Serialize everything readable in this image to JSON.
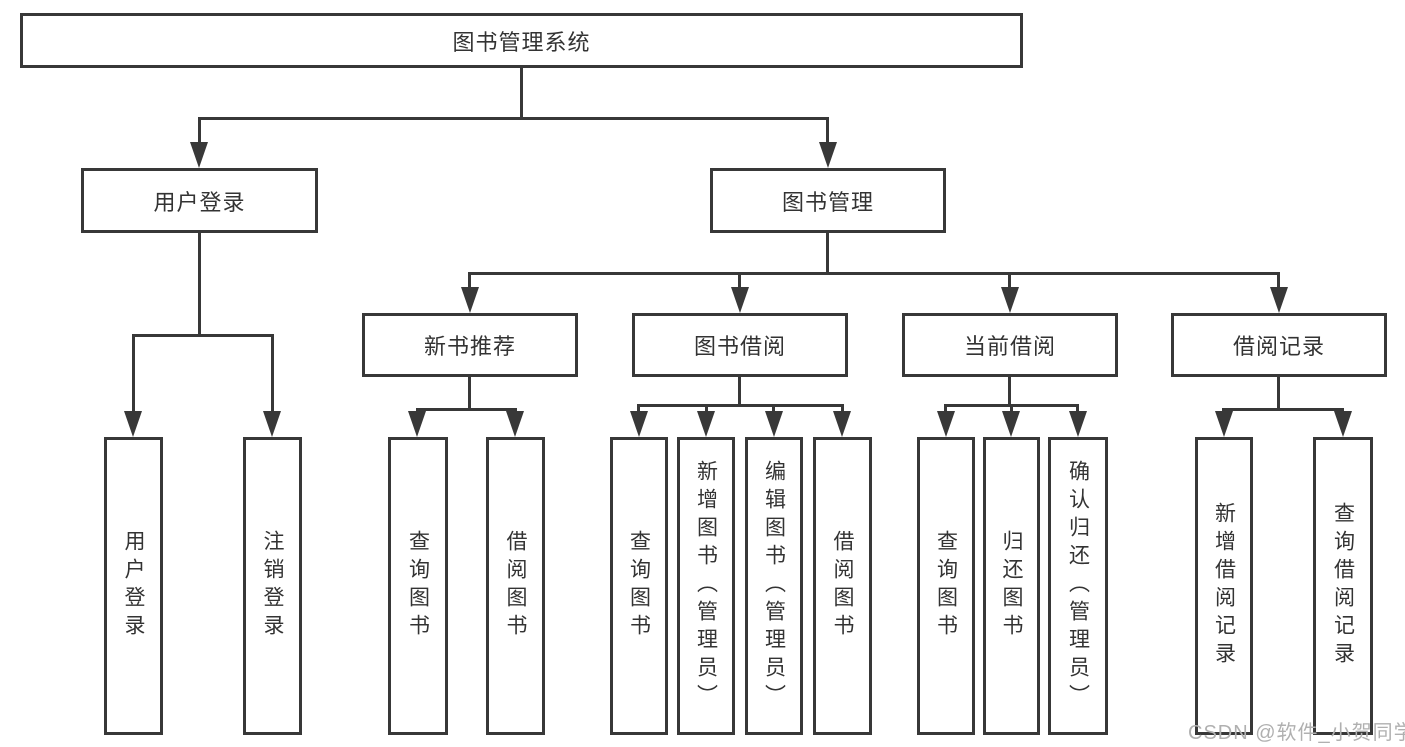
{
  "colors": {
    "line": "#383838",
    "text": "#333333",
    "box_background": "#ffffff",
    "watermark": "#b0b0b0"
  },
  "tree": {
    "root": {
      "label": "图书管理系统"
    },
    "branches": [
      {
        "label": "用户登录",
        "children": [
          {
            "label": "用户登录"
          },
          {
            "label": "注销登录"
          }
        ]
      },
      {
        "label": "图书管理",
        "children": [
          {
            "label": "新书推荐",
            "children": [
              {
                "label": "查询图书"
              },
              {
                "label": "借阅图书"
              }
            ]
          },
          {
            "label": "图书借阅",
            "children": [
              {
                "label": "查询图书"
              },
              {
                "label": "新增图书（管理员）"
              },
              {
                "label": "编辑图书（管理员）"
              },
              {
                "label": "借阅图书"
              }
            ]
          },
          {
            "label": "当前借阅",
            "children": [
              {
                "label": "查询图书"
              },
              {
                "label": "归还图书"
              },
              {
                "label": "确认归还（管理员）"
              }
            ]
          },
          {
            "label": "借阅记录",
            "children": [
              {
                "label": "新增借阅记录"
              },
              {
                "label": "查询借阅记录"
              }
            ]
          }
        ]
      }
    ]
  },
  "watermark": {
    "text": "CSDN @软件_小贺同学"
  }
}
